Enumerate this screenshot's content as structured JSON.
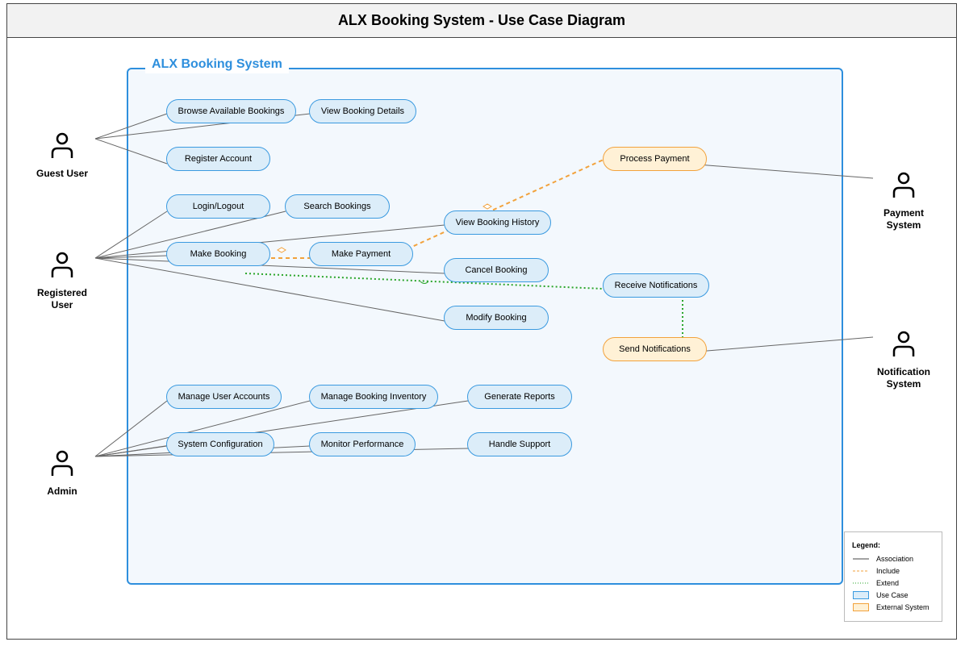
{
  "title": "ALX Booking System - Use Case Diagram",
  "system_label": "ALX Booking System",
  "actors": {
    "guest": "Guest User",
    "registered_line1": "Registered",
    "registered_line2": "User",
    "admin": "Admin",
    "payment_line1": "Payment",
    "payment_line2": "System",
    "notification_line1": "Notification",
    "notification_line2": "System"
  },
  "use_cases": {
    "browse": "Browse Available Bookings",
    "view_details": "View Booking Details",
    "register": "Register Account",
    "process_payment": "Process Payment",
    "login": "Login/Logout",
    "search": "Search Bookings",
    "view_history": "View Booking History",
    "make_booking": "Make Booking",
    "make_payment": "Make Payment",
    "cancel": "Cancel Booking",
    "receive_notifications": "Receive Notifications",
    "modify": "Modify Booking",
    "send_notifications": "Send Notifications",
    "manage_users": "Manage User Accounts",
    "manage_inventory": "Manage Booking Inventory",
    "reports": "Generate Reports",
    "system_config": "System Configuration",
    "monitor": "Monitor Performance",
    "support": "Handle Support"
  },
  "legend": {
    "title": "Legend:",
    "association": "Association",
    "include": "Include",
    "extend": "Extend",
    "use_case": "Use Case",
    "external_system": "External System"
  },
  "colors": {
    "system_border": "#2e8fdd",
    "use_case_fill": "#dcedf9",
    "use_case_border": "#3a9ae0",
    "external_fill": "#fff1d6",
    "external_border": "#f2a23c",
    "include_line": "#f2a23c",
    "extend_line": "#2aa52a",
    "association_line": "#666666"
  }
}
